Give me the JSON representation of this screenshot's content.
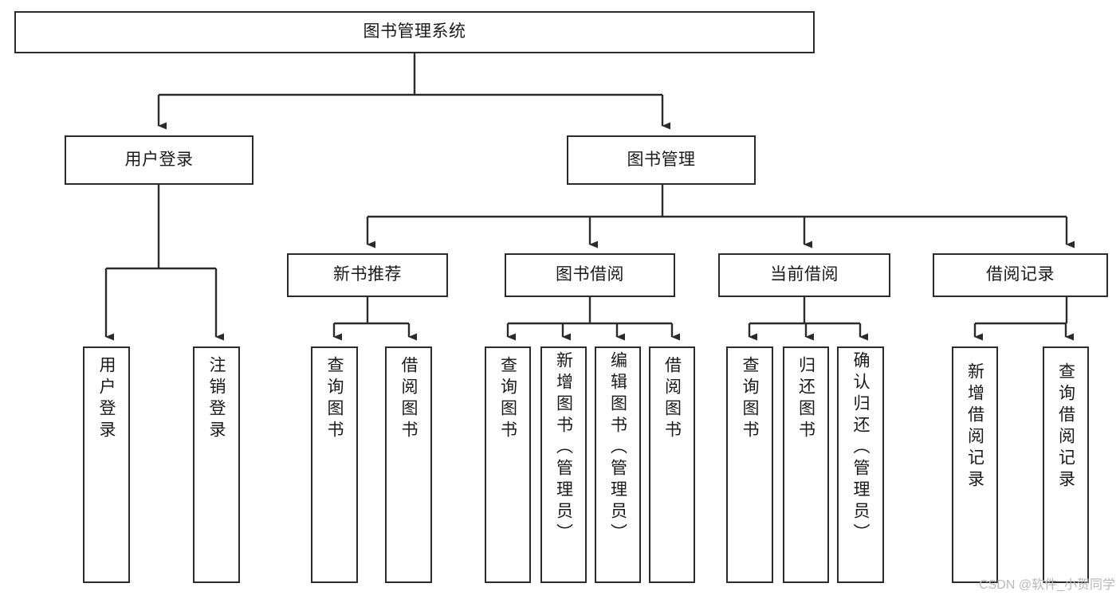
{
  "diagram": {
    "title": "图书管理系统",
    "type": "tree-hierarchy-functional-structure",
    "watermark": "CSDN @软件_小贺同学",
    "colors": {
      "stroke": "#2b2b2b",
      "fill": "#ffffff",
      "text": "#1a1a1a",
      "watermark": "#b9b9b9"
    }
  },
  "nodes": {
    "root": {
      "label": "图书管理系统"
    },
    "level2": [
      {
        "id": "user-login",
        "label": "用户登录"
      },
      {
        "id": "book-manage",
        "label": "图书管理"
      }
    ],
    "level3": [
      {
        "id": "new-book-recommend",
        "label": "新书推荐"
      },
      {
        "id": "book-borrow",
        "label": "图书借阅"
      },
      {
        "id": "current-borrow",
        "label": "当前借阅"
      },
      {
        "id": "borrow-record",
        "label": "借阅记录"
      }
    ],
    "leaves": [
      {
        "id": "leaf-user-login",
        "label": "用户登录",
        "parent": "user-login"
      },
      {
        "id": "leaf-logout-login",
        "label": "注销登录",
        "parent": "user-login"
      },
      {
        "id": "leaf-query-book-1",
        "label": "查询图书",
        "parent": "new-book-recommend"
      },
      {
        "id": "leaf-borrow-book-1",
        "label": "借阅图书",
        "parent": "new-book-recommend"
      },
      {
        "id": "leaf-query-book-2",
        "label": "查询图书",
        "parent": "book-borrow"
      },
      {
        "id": "leaf-add-book",
        "label": "新增图书（管理员）",
        "parent": "book-borrow"
      },
      {
        "id": "leaf-edit-book",
        "label": "编辑图书（管理员）",
        "parent": "book-borrow"
      },
      {
        "id": "leaf-borrow-book-2",
        "label": "借阅图书",
        "parent": "book-borrow"
      },
      {
        "id": "leaf-query-book-3",
        "label": "查询图书",
        "parent": "current-borrow"
      },
      {
        "id": "leaf-return-book",
        "label": "归还图书",
        "parent": "current-borrow"
      },
      {
        "id": "leaf-confirm-return",
        "label": "确认归还（管理员）",
        "parent": "current-borrow"
      },
      {
        "id": "leaf-add-record",
        "label": "新增借阅记录",
        "parent": "borrow-record"
      },
      {
        "id": "leaf-query-record",
        "label": "查询借阅记录",
        "parent": "borrow-record"
      }
    ]
  }
}
